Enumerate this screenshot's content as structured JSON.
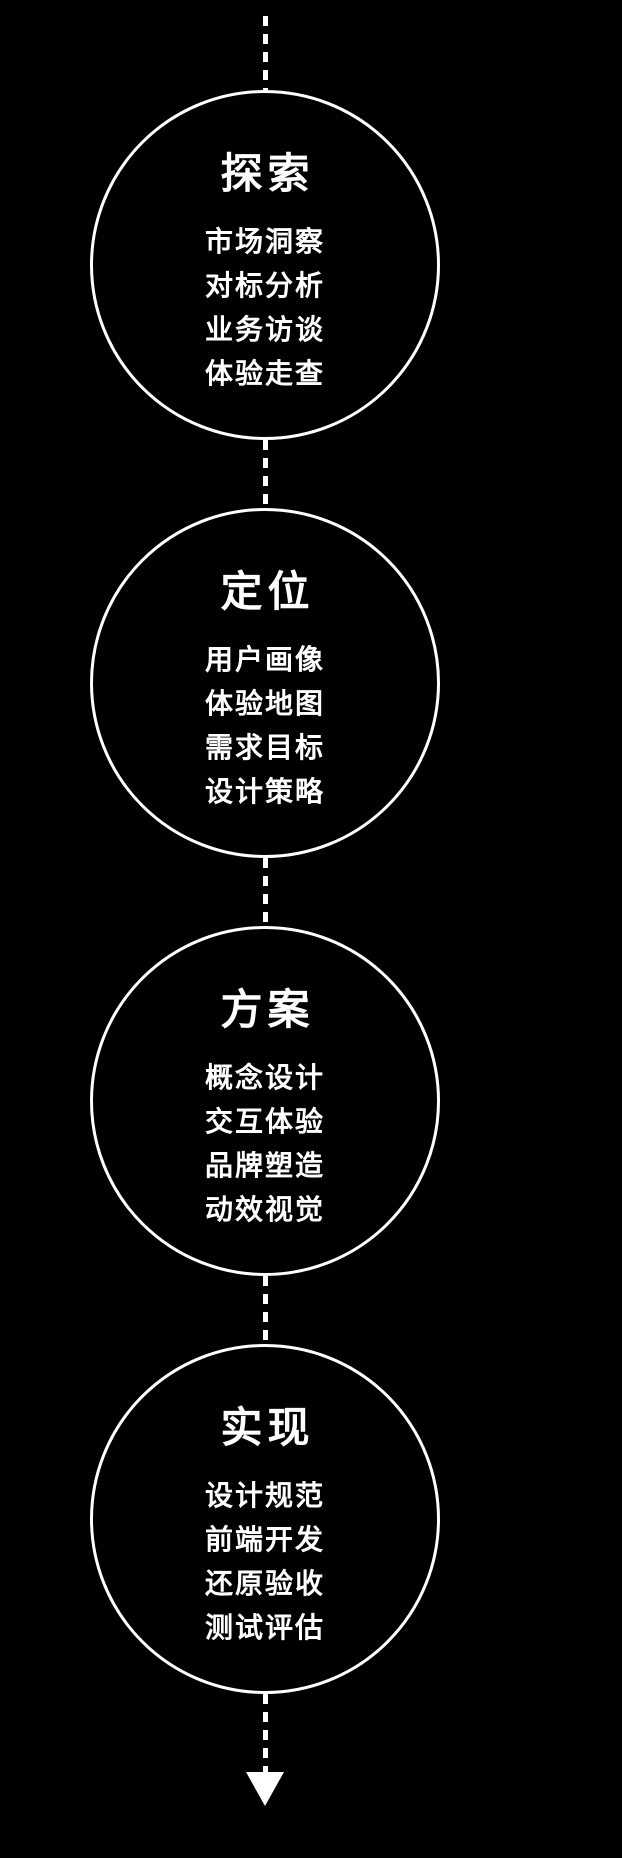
{
  "diagram": {
    "title": "design-process-flow",
    "colors": {
      "background": "#000000",
      "stroke": "#ffffff",
      "text": "#ffffff"
    },
    "connector_style": "dashed-vertical-line",
    "end_icon": "arrow-down-icon",
    "stages": [
      {
        "title": "探索",
        "items": [
          "市场洞察",
          "对标分析",
          "业务访谈",
          "体验走查"
        ]
      },
      {
        "title": "定位",
        "items": [
          "用户画像",
          "体验地图",
          "需求目标",
          "设计策略"
        ]
      },
      {
        "title": "方案",
        "items": [
          "概念设计",
          "交互体验",
          "品牌塑造",
          "动效视觉"
        ]
      },
      {
        "title": "实现",
        "items": [
          "设计规范",
          "前端开发",
          "还原验收",
          "测试评估"
        ]
      }
    ]
  }
}
